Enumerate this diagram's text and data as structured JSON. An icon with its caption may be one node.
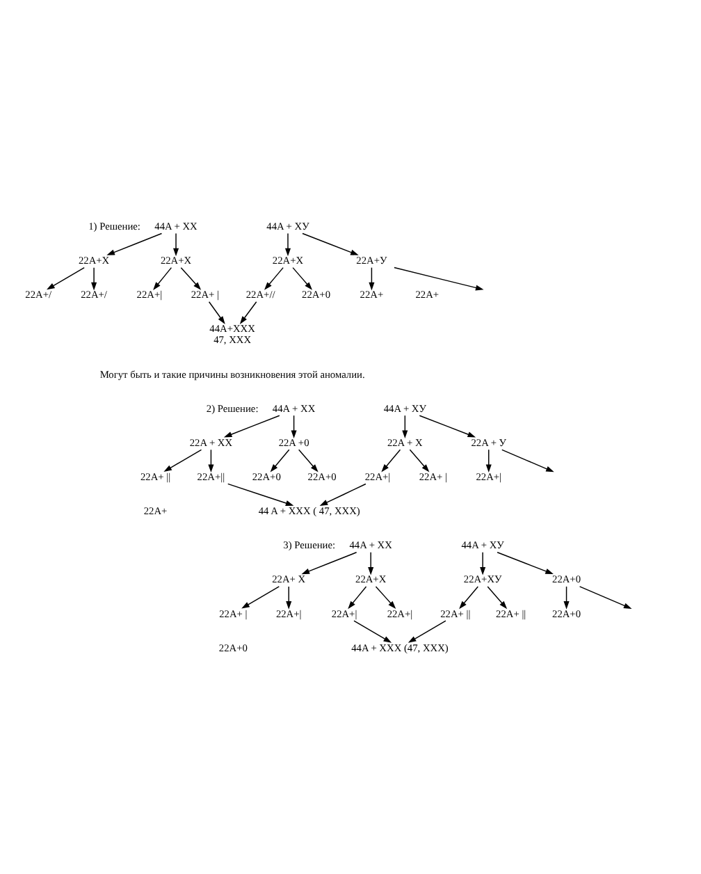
{
  "diagram": {
    "nodes": [
      {
        "text": [
          "44A + XX"
        ]
      },
      {
        "text": [
          "44A + XУ"
        ]
      },
      {
        "text": [
          "22A+X"
        ]
      },
      {
        "text": [
          "22A+X"
        ]
      },
      {
        "text": [
          "22A+X"
        ]
      },
      {
        "text": [
          "22A+У"
        ]
      },
      {
        "text": [
          "22A+/"
        ]
      },
      {
        "text": [
          "22A+/"
        ]
      },
      {
        "text": [
          "22A+|"
        ]
      },
      {
        "text": [
          "22A+ |"
        ]
      },
      {
        "text": [
          "22A+//"
        ]
      },
      {
        "text": [
          "22A+0"
        ]
      },
      {
        "text": [
          "22A+"
        ]
      },
      {
        "text": [
          "22A+"
        ]
      },
      {
        "text": [
          "44A+XXX",
          "47, XXX"
        ]
      },
      {
        "text": [
          "44A + XX"
        ]
      },
      {
        "text": [
          "44A + XУ"
        ]
      },
      {
        "text": [
          "22A + XX"
        ]
      },
      {
        "text": [
          "22A +0"
        ]
      },
      {
        "text": [
          "22A + X"
        ]
      },
      {
        "text": [
          "22A + У"
        ]
      },
      {
        "text": [
          "22A+ ||"
        ]
      },
      {
        "text": [
          "22A+||"
        ]
      },
      {
        "text": [
          "22A+0"
        ]
      },
      {
        "text": [
          "22A+0"
        ]
      },
      {
        "text": [
          "22A+|"
        ]
      },
      {
        "text": [
          "22A+ |"
        ]
      },
      {
        "text": [
          "22A+|"
        ]
      },
      {
        "text": [
          "44 A + XXX ( 47, XXX)"
        ]
      },
      {
        "text": [
          "44A + XX"
        ]
      },
      {
        "text": [
          "44A + XУ"
        ]
      },
      {
        "text": [
          "22A+ X"
        ]
      },
      {
        "text": [
          "22A+X"
        ]
      },
      {
        "text": [
          "22A+XУ"
        ]
      },
      {
        "text": [
          "22A+0"
        ]
      },
      {
        "text": [
          "22A+ |"
        ]
      },
      {
        "text": [
          "22A+|"
        ]
      },
      {
        "text": [
          "22A+|"
        ]
      },
      {
        "text": [
          "22A+|"
        ]
      },
      {
        "text": [
          "22A+ ||"
        ]
      },
      {
        "text": [
          "22A+ ||"
        ]
      },
      {
        "text": [
          "22A+0"
        ]
      },
      {
        "text": [
          "44A + XXX (47, XXX)"
        ]
      }
    ],
    "edges": [
      {
        "from": 0,
        "to": 2,
        "arrow": "to"
      },
      {
        "from": 0,
        "to": 3,
        "arrow": "to"
      },
      {
        "from": 1,
        "to": 4,
        "arrow": "to"
      },
      {
        "from": 1,
        "to": 5,
        "arrow": "to"
      },
      {
        "from": 2,
        "to": 6,
        "arrow": "to"
      },
      {
        "from": 2,
        "to": 7,
        "arrow": "to"
      },
      {
        "from": 3,
        "to": 8,
        "arrow": "to"
      },
      {
        "from": 3,
        "to": 9,
        "arrow": "to"
      },
      {
        "from": 4,
        "to": 10,
        "arrow": "to"
      },
      {
        "from": 4,
        "to": 11,
        "arrow": "to"
      },
      {
        "from": 5,
        "to": 12,
        "arrow": "to"
      },
      {
        "from": 5,
        "to": null,
        "arrow": "to"
      },
      {
        "from": 9,
        "to": 14,
        "arrow": "to"
      },
      {
        "from": 10,
        "to": 14,
        "arrow": "to"
      },
      {
        "from": 15,
        "to": 17,
        "arrow": "to"
      },
      {
        "from": 15,
        "to": 18,
        "arrow": "to"
      },
      {
        "from": 16,
        "to": 19,
        "arrow": "to"
      },
      {
        "from": 16,
        "to": 20,
        "arrow": "to"
      },
      {
        "from": 17,
        "to": 21,
        "arrow": "to"
      },
      {
        "from": 17,
        "to": 22,
        "arrow": "to"
      },
      {
        "from": 18,
        "to": 23,
        "arrow": "to"
      },
      {
        "from": 18,
        "to": 24,
        "arrow": "to"
      },
      {
        "from": 19,
        "to": 25,
        "arrow": "to"
      },
      {
        "from": 19,
        "to": 26,
        "arrow": "to"
      },
      {
        "from": 20,
        "to": 27,
        "arrow": "to"
      },
      {
        "from": 20,
        "to": null,
        "arrow": "to"
      },
      {
        "from": 22,
        "to": 28,
        "arrow": "to"
      },
      {
        "from": 25,
        "to": 28,
        "arrow": "to"
      },
      {
        "from": 29,
        "to": 31,
        "arrow": "to"
      },
      {
        "from": 29,
        "to": 32,
        "arrow": "to"
      },
      {
        "from": 30,
        "to": 33,
        "arrow": "to"
      },
      {
        "from": 30,
        "to": 34,
        "arrow": "to"
      },
      {
        "from": 31,
        "to": 35,
        "arrow": "to"
      },
      {
        "from": 31,
        "to": 36,
        "arrow": "to"
      },
      {
        "from": 32,
        "to": 37,
        "arrow": "to"
      },
      {
        "from": 32,
        "to": 38,
        "arrow": "to"
      },
      {
        "from": 33,
        "to": 39,
        "arrow": "to"
      },
      {
        "from": 33,
        "to": 40,
        "arrow": "to"
      },
      {
        "from": 34,
        "to": 41,
        "arrow": "to"
      },
      {
        "from": 34,
        "to": null,
        "arrow": "to"
      },
      {
        "from": 37,
        "to": 42,
        "arrow": "to"
      },
      {
        "from": 39,
        "to": 42,
        "arrow": "to"
      }
    ],
    "labels": [
      "1) Решение:",
      "Могут быть и такие причины возникновения этой аномалии.",
      "2) Решение:",
      "22A+",
      "3) Решение:",
      "22A+0"
    ]
  }
}
